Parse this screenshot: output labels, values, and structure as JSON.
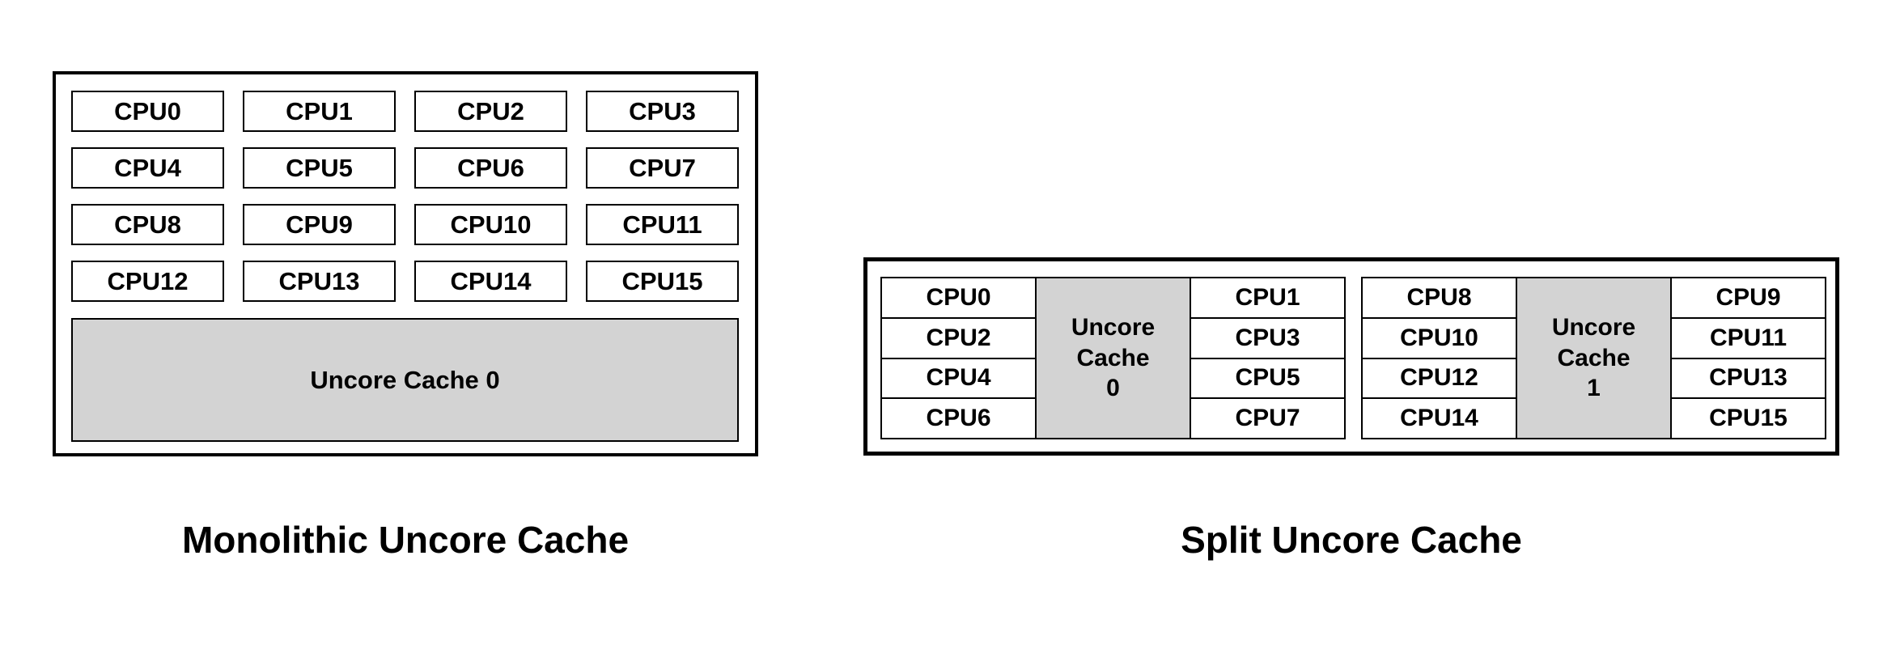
{
  "colors": {
    "background": "#ffffff",
    "border": "#000000",
    "text": "#000000",
    "cache_fill": "#d3d3d3"
  },
  "monolithic": {
    "caption": "Monolithic Uncore Cache",
    "cpus": [
      "CPU0",
      "CPU1",
      "CPU2",
      "CPU3",
      "CPU4",
      "CPU5",
      "CPU6",
      "CPU7",
      "CPU8",
      "CPU9",
      "CPU10",
      "CPU11",
      "CPU12",
      "CPU13",
      "CPU14",
      "CPU15"
    ],
    "cache_label": "Uncore Cache 0"
  },
  "split": {
    "caption": "Split Uncore Cache",
    "clusters": [
      {
        "left_cpus": [
          "CPU0",
          "CPU2",
          "CPU4",
          "CPU6"
        ],
        "cache_lines": [
          "Uncore",
          "Cache",
          "0"
        ],
        "right_cpus": [
          "CPU1",
          "CPU3",
          "CPU5",
          "CPU7"
        ]
      },
      {
        "left_cpus": [
          "CPU8",
          "CPU10",
          "CPU12",
          "CPU14"
        ],
        "cache_lines": [
          "Uncore",
          "Cache",
          "1"
        ],
        "right_cpus": [
          "CPU9",
          "CPU11",
          "CPU13",
          "CPU15"
        ]
      }
    ]
  }
}
